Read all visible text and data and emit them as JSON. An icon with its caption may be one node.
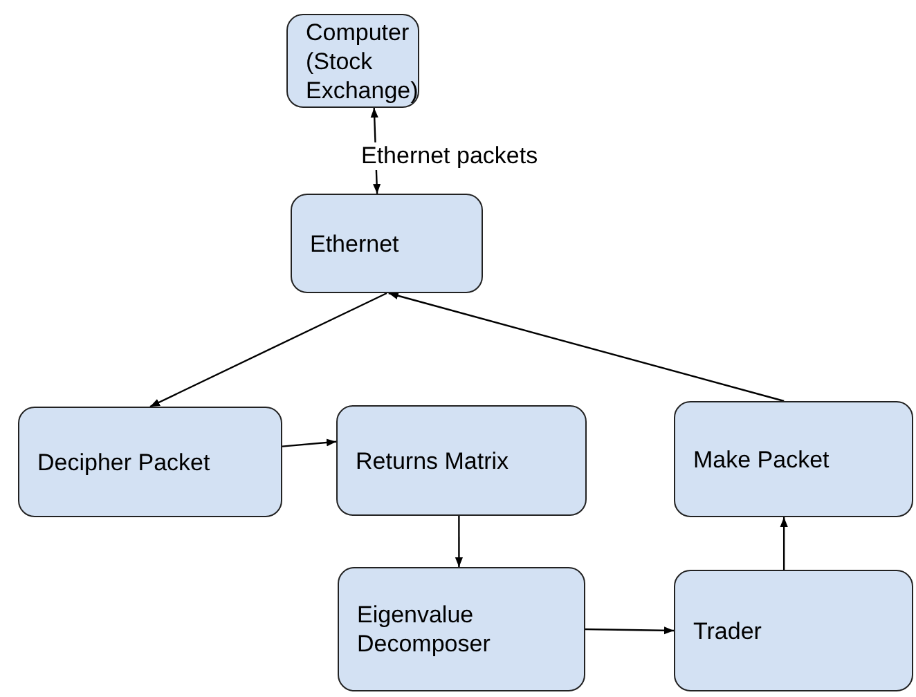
{
  "diagram": {
    "nodes": [
      {
        "text": [
          "Computer (Stock Exchange)"
        ]
      },
      {
        "text": [
          "Ethernet"
        ]
      },
      {
        "text": [
          "Decipher Packet"
        ]
      },
      {
        "text": [
          "Returns Matrix"
        ]
      },
      {
        "text": [
          "Make Packet"
        ]
      },
      {
        "text": [
          "Eigenvalue Decomposer"
        ]
      },
      {
        "text": [
          "Trader"
        ]
      }
    ],
    "edges": [
      {
        "from": 0,
        "to": 1,
        "arrow": "both",
        "label": "Ethernet packets"
      },
      {
        "from": 1,
        "to": 2,
        "arrow": "to"
      },
      {
        "from": 4,
        "to": 1,
        "arrow": "to"
      },
      {
        "from": 2,
        "to": 3,
        "arrow": "to"
      },
      {
        "from": 3,
        "to": 5,
        "arrow": "to"
      },
      {
        "from": 5,
        "to": 6,
        "arrow": "to"
      },
      {
        "from": 6,
        "to": 4,
        "arrow": "to"
      }
    ]
  }
}
